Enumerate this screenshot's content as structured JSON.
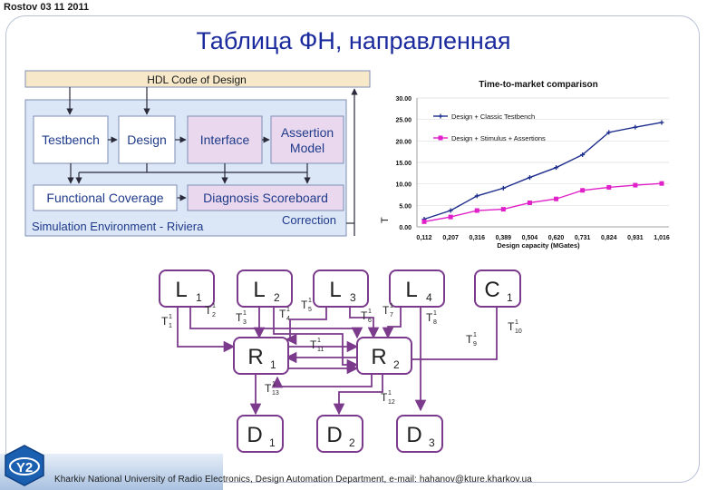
{
  "header": {
    "left_text": "Rostov 03 11 2011",
    "title": "Таблица ФН, направленная"
  },
  "footer": {
    "text": "Kharkiv National University of Radio Electronics, Design Automation Department, e-mail: hahanov@kture.kharkov.ua"
  },
  "hdl_diagram": {
    "top_bar": "HDL Code of Design",
    "testbench": "Testbench",
    "design": "Design",
    "interface": "Interface",
    "assertion_l1": "Assertion",
    "assertion_l2": "Model",
    "coverage": "Functional Coverage",
    "diagnosis": "Diagnosis Scoreboard",
    "correction": "Correction",
    "environment": "Simulation Environment - Riviera"
  },
  "chart_data": {
    "type": "line",
    "title": "Time-to-market comparison",
    "xlabel": "Design capacity (MGates)",
    "ylabel": "T",
    "categories": [
      "0,112",
      "0,207",
      "0,316",
      "0,389",
      "0,504",
      "0,620",
      "0,731",
      "0,824",
      "0,931",
      "1,016"
    ],
    "y_ticks": [
      "0.00",
      "5.00",
      "10.00",
      "15.00",
      "20.00",
      "25.00",
      "30.00"
    ],
    "ylim": [
      0,
      30
    ],
    "legend_position": "top-left",
    "series": [
      {
        "name": "Design + Classic Testbench",
        "color": "#1d2d8c",
        "values": [
          1.8,
          3.8,
          7.2,
          9.0,
          11.5,
          13.8,
          16.8,
          22.0,
          23.2,
          24.3
        ]
      },
      {
        "name": "Design + Stimulus + Assertions",
        "color": "#e020c8",
        "values": [
          1.2,
          2.3,
          3.8,
          4.1,
          5.6,
          6.5,
          8.5,
          9.2,
          9.7,
          10.1
        ]
      }
    ]
  },
  "graph": {
    "nodes": {
      "L1": {
        "main": "L",
        "sub": "1"
      },
      "L2": {
        "main": "L",
        "sub": "2"
      },
      "L3": {
        "main": "L",
        "sub": "3"
      },
      "L4": {
        "main": "L",
        "sub": "4"
      },
      "C1": {
        "main": "C",
        "sub": "1"
      },
      "R1": {
        "main": "R",
        "sub": "1"
      },
      "R2": {
        "main": "R",
        "sub": "2"
      },
      "D1": {
        "main": "D",
        "sub": "1"
      },
      "D2": {
        "main": "D",
        "sub": "2"
      },
      "D3": {
        "main": "D",
        "sub": "3"
      }
    },
    "edge_labels": [
      {
        "id": "t1",
        "main": "T",
        "sup": "1",
        "sub": "1"
      },
      {
        "id": "t2",
        "main": "T",
        "sup": "1",
        "sub": "2"
      },
      {
        "id": "t3",
        "main": "T",
        "sup": "1",
        "sub": "3"
      },
      {
        "id": "t4",
        "main": "T",
        "sup": "1",
        "sub": "4"
      },
      {
        "id": "t5",
        "main": "T",
        "sup": "1",
        "sub": "5"
      },
      {
        "id": "t6",
        "main": "T",
        "sup": "1",
        "sub": "6"
      },
      {
        "id": "t7",
        "main": "T",
        "sup": "1",
        "sub": "7"
      },
      {
        "id": "t8",
        "main": "T",
        "sup": "1",
        "sub": "8"
      },
      {
        "id": "t9",
        "main": "T",
        "sup": "1",
        "sub": "9"
      },
      {
        "id": "t10",
        "main": "T",
        "sup": "1",
        "sub": "10"
      },
      {
        "id": "t11",
        "main": "T",
        "sup": "1",
        "sub": "11"
      },
      {
        "id": "t12",
        "main": "T",
        "sup": "1",
        "sub": "12"
      },
      {
        "id": "t13",
        "main": "T",
        "sup": "1",
        "sub": "13"
      }
    ]
  },
  "logo": {
    "text": "Y2"
  }
}
